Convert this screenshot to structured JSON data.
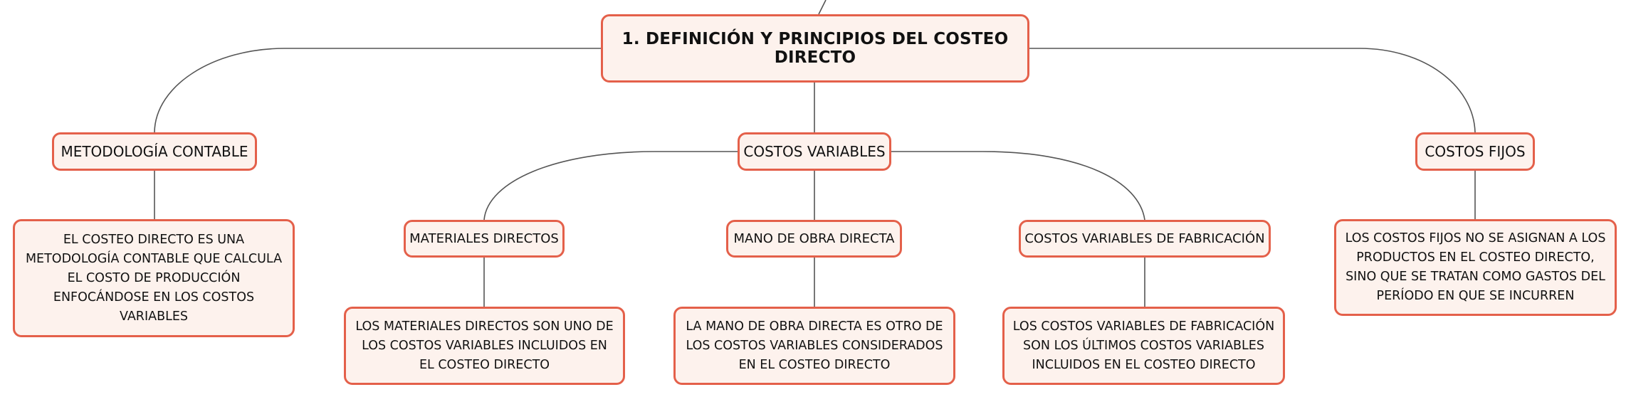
{
  "diagram": {
    "root": {
      "label": "1. DEFINICIÓN Y PRINCIPIOS DEL COSTEO DIRECTO"
    },
    "branches": {
      "metodologia": {
        "label": "METODOLOGÍA CONTABLE",
        "detail": "EL COSTEO DIRECTO ES UNA METODOLOGÍA CONTABLE QUE CALCULA EL COSTO DE PRODUCCIÓN ENFOCÁNDOSE EN LOS COSTOS VARIABLES"
      },
      "variables": {
        "label": "COSTOS VARIABLES",
        "children": {
          "materiales": {
            "label": "MATERIALES DIRECTOS",
            "detail": "LOS MATERIALES DIRECTOS SON UNO DE LOS COSTOS VARIABLES INCLUIDOS EN EL COSTEO DIRECTO"
          },
          "mano": {
            "label": "MANO DE OBRA DIRECTA",
            "detail": "LA MANO DE OBRA DIRECTA ES OTRO DE LOS COSTOS VARIABLES CONSIDERADOS EN EL COSTEO DIRECTO"
          },
          "fabricacion": {
            "label": "COSTOS VARIABLES DE FABRICACIÓN",
            "detail": "LOS COSTOS VARIABLES DE FABRICACIÓN SON LOS ÚLTIMOS COSTOS VARIABLES INCLUIDOS EN EL COSTEO DIRECTO"
          }
        }
      },
      "fijos": {
        "label": "COSTOS FIJOS",
        "detail": "LOS COSTOS FIJOS NO SE ASIGNAN A LOS PRODUCTOS EN EL COSTEO DIRECTO, SINO QUE SE TRATAN COMO GASTOS DEL PERÍODO EN QUE SE INCURREN"
      }
    },
    "colors": {
      "node_border": "#e4604a",
      "node_fill": "#fdf2ed",
      "connector": "#555555",
      "text": "#111111"
    }
  }
}
